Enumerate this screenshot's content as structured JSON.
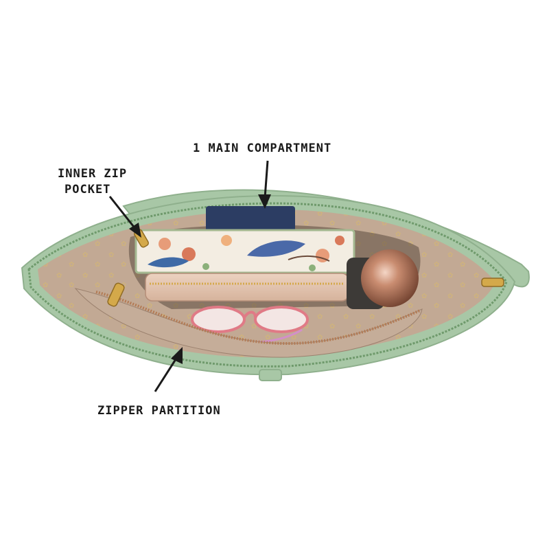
{
  "annotations": {
    "main_compartment": "1 MAIN COMPARTMENT",
    "inner_zip_pocket_line1": "INNER ZIP",
    "inner_zip_pocket_line2": "POCKET",
    "zipper_partition": "ZIPPER PARTITION"
  },
  "colors": {
    "bag_exterior": "#a8c7a6",
    "bag_exterior_dark": "#8fb08d",
    "lining": "#bfa692",
    "lining_shadow": "#9b816e",
    "zipper_gold": "#d4a94a",
    "zipper_tape_green": "#6f9a6c",
    "pouch": "#e3c3ad",
    "bottle_copper": "#b97a5f",
    "arrow": "#1a1a1a"
  },
  "icons": {
    "arrow": "arrow-icon",
    "zipper_pull": "zipper-pull-icon",
    "bottle": "bottle-icon",
    "sunglasses": "sunglasses-icon"
  }
}
